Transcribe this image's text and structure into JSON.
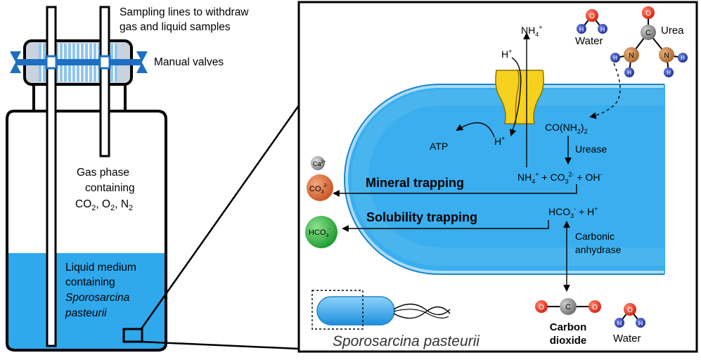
{
  "bottle": {
    "sampling_lines_label_1": "Sampling lines to withdraw",
    "sampling_lines_label_2": "gas and liquid samples",
    "manual_valves_label": "Manual valves",
    "gas_phase_label_1": "Gas phase",
    "gas_phase_label_2": "containing",
    "gas_phase_co2": "CO",
    "gas_phase_o2": "O",
    "gas_phase_n2": "N",
    "gas_sub": "2",
    "liquid_label_1": "Liquid medium",
    "liquid_label_2": "containing",
    "liquid_label_3": "Sporosarcina",
    "liquid_label_4": "pasteurii"
  },
  "cell": {
    "nh4_top": "NH",
    "nh4_sub": "4",
    "nh4_sup": "+",
    "h_plus_top": "H",
    "h_plus_sup": "+",
    "atp": "ATP",
    "h_plus_inside": "H",
    "urea_formula": "CO(NH",
    "urea_formula_close": ")",
    "urease": "Urease",
    "products_nh4": "NH",
    "products_co3": "CO",
    "products_co3_sub": "3",
    "products_co3_sup": "2-",
    "products_oh": "OH",
    "products_oh_sup": "-",
    "hco3": "HCO",
    "hco3_sub": "3",
    "hco3_sup": "-",
    "h_plus_right": "H",
    "carbonic_1": "Carbonic",
    "carbonic_2": "anhydrase",
    "mineral_trapping": "Mineral trapping",
    "solubility_trapping": "Solubility trapping",
    "plus": "+"
  },
  "molecules": {
    "water_label": "Water",
    "urea_label": "Urea",
    "co2_label_1": "Carbon",
    "co2_label_2": "dioxide",
    "water_label_2": "Water",
    "atom_o": "O",
    "atom_h": "H",
    "atom_c": "C",
    "atom_n": "N",
    "ca_ion": "Ca",
    "ca_sup": "2+",
    "co3_ion": "CO",
    "co3_sub": "3",
    "co3_sup": "2-",
    "hco3_ion": "HCO",
    "hco3_sub": "3",
    "hco3_sup": "-"
  },
  "organism": {
    "name": "Sporosarcina pasteurii"
  },
  "colors": {
    "cell_blue": "#3aaeee",
    "cell_light": "#a9dcfb",
    "oxygen_red": "#e8321e",
    "hydrogen_blue": "#2b3fa8",
    "nitrogen_brown": "#c9813f",
    "carbon_grey": "#8f8f8f",
    "channel_yellow": "#f6d21e",
    "co3_orange": "#e0703a",
    "hco3_green": "#3fb84a"
  }
}
